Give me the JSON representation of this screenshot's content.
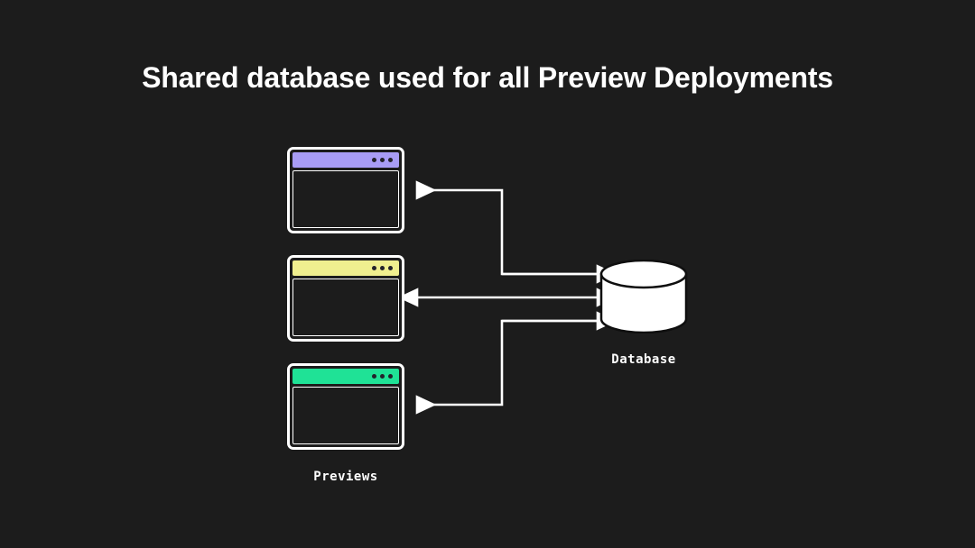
{
  "page": {
    "title": "Shared database used for all Preview Deployments",
    "background_color": "#1c1c1c",
    "foreground_color": "#ffffff"
  },
  "diagram": {
    "type": "architecture-diagram",
    "previews": {
      "group_label": "Previews",
      "windows": [
        {
          "id": "window-1",
          "titlebar_color": "#a89cf5",
          "dot_color": "#23222b",
          "dot_count": 3
        },
        {
          "id": "window-2",
          "titlebar_color": "#f0ef8f",
          "dot_color": "#23222b",
          "dot_count": 3
        },
        {
          "id": "window-3",
          "titlebar_color": "#1fe296",
          "dot_color": "#23222b",
          "dot_count": 3
        }
      ]
    },
    "database": {
      "label": "Database",
      "shape": "cylinder",
      "fill_color": "#ffffff",
      "stroke_color": "#0f0f0f"
    },
    "connectors": [
      {
        "id": "connector-top",
        "from": "database",
        "to": "window-1",
        "style": "elbow",
        "direction": "bidirectional",
        "arrowheads": [
          "window-1",
          "database"
        ]
      },
      {
        "id": "connector-middle",
        "from": "database",
        "to": "window-2",
        "style": "straight",
        "direction": "bidirectional",
        "arrowheads": [
          "window-2",
          "database"
        ]
      },
      {
        "id": "connector-bottom",
        "from": "database",
        "to": "window-3",
        "style": "elbow",
        "direction": "bidirectional",
        "arrowheads": [
          "window-3",
          "database"
        ]
      }
    ]
  }
}
